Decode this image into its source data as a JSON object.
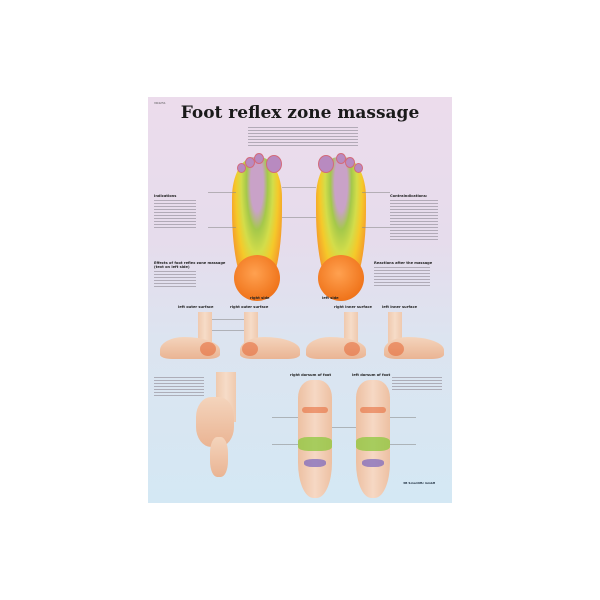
{
  "poster": {
    "code": "VR4251",
    "title": "Foot reflex zone massage",
    "sections": {
      "indications": "Indications",
      "contraindications": "Contraindications:",
      "effects_line1": "Effects of foot reflex zone massage",
      "effects_line2": "(text on left side)",
      "reactions": "Reactions after the massage"
    },
    "labels": {
      "right_side": "right side",
      "left_side": "left side",
      "left_outer": "left outer surface",
      "right_outer": "right outer surface",
      "right_inner": "right inner surface",
      "left_inner": "left inner surface",
      "right_dorsum": "right dorsum of foot",
      "left_dorsum": "left dorsum of foot"
    },
    "publisher": "3B Scientific GmbH"
  }
}
